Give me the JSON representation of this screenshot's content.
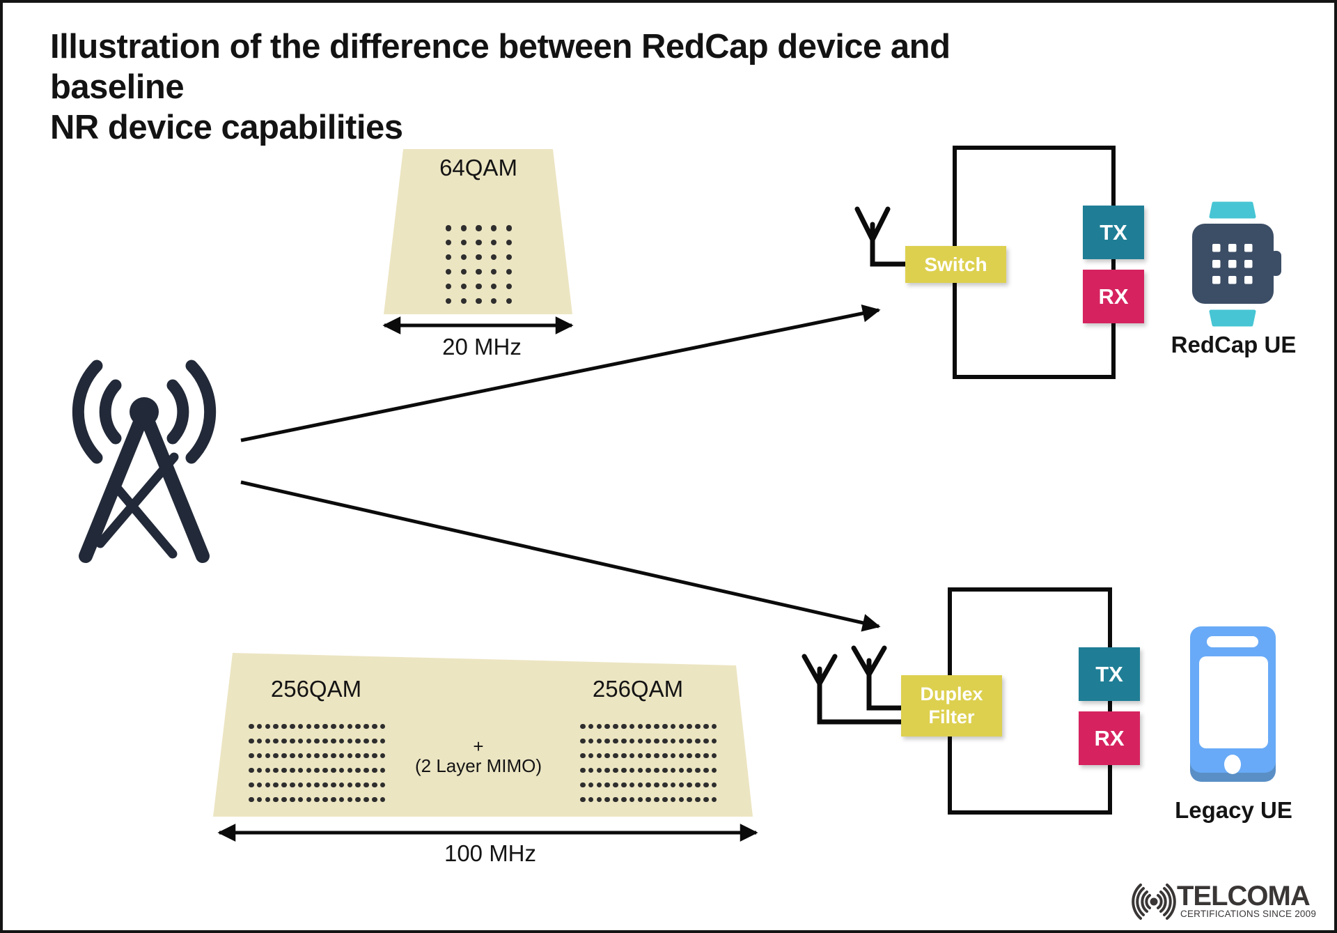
{
  "title": {
    "line1": "Illustration of the difference between RedCap device and baseline",
    "line2": "NR device capabilities"
  },
  "base_station": {
    "icon": "cell-tower-icon"
  },
  "redcap_branch": {
    "spectrum": {
      "modulation": "64QAM",
      "bandwidth": "20 MHz",
      "constellation": "qam64"
    },
    "circuit": {
      "switch": "Switch",
      "tx": "TX",
      "rx": "RX"
    },
    "device": {
      "label": "RedCap UE",
      "icon": "smartwatch-icon"
    }
  },
  "legacy_branch": {
    "spectrum": {
      "modulation_left": "256QAM",
      "modulation_right": "256QAM",
      "plus": "+",
      "mimo": "(2 Layer MIMO)",
      "bandwidth": "100 MHz",
      "constellation": "qam256"
    },
    "circuit": {
      "filter_line1": "Duplex",
      "filter_line2": "Filter",
      "tx": "TX",
      "rx": "RX"
    },
    "device": {
      "label": "Legacy UE",
      "icon": "smartphone-icon"
    }
  },
  "constellations": {
    "qam64": {
      "rows": 6,
      "cols": 5
    },
    "qam256": {
      "rows": 6,
      "cols": 17
    }
  },
  "logo": {
    "brand": "TELCOMA",
    "tagline": "CERTIFICATIONS SINCE 2009"
  },
  "colors": {
    "accent_yellow": "#ddd04f",
    "accent_teal": "#1f7e96",
    "accent_pink": "#d62360",
    "spectrum_beige": "#ece5c2",
    "ink": "#141414",
    "tower_navy": "#222938",
    "watch_navy": "#3c4e66",
    "watch_band_teal": "#47c5d4",
    "phone_blue": "#68aaf7",
    "phone_edge_blue": "#5a8fc6",
    "logo_gray": "#3a3636"
  }
}
